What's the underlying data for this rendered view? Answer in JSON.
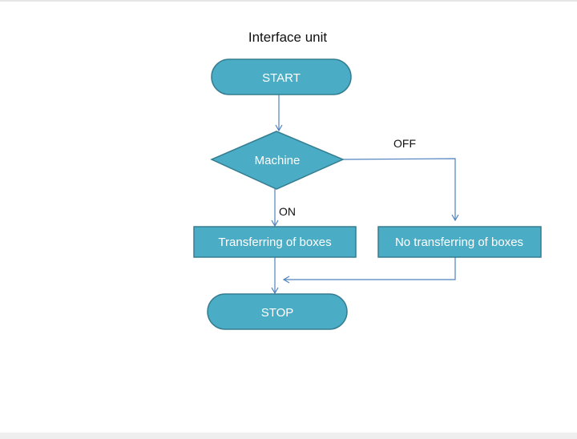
{
  "diagram": {
    "title": "Interface unit",
    "nodes": {
      "start": "START",
      "decision": "Machine",
      "on_process": "Transferring of boxes",
      "off_process": "No transferring of boxes",
      "stop": "STOP"
    },
    "edge_labels": {
      "on": "ON",
      "off": "OFF"
    },
    "colors": {
      "node_fill": "#4bacc6",
      "node_stroke": "#357d91",
      "connector": "#4f81bd"
    }
  }
}
